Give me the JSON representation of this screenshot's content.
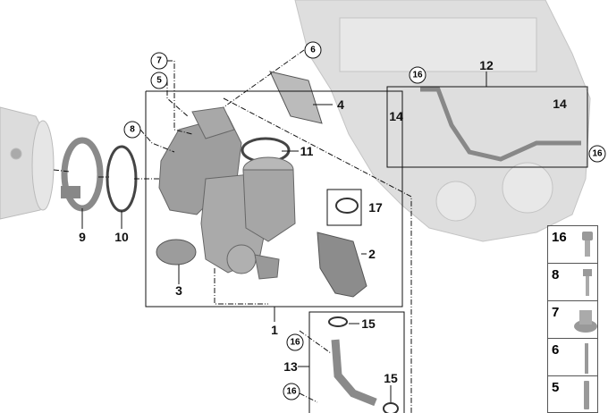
{
  "callouts": {
    "circled": [
      "7",
      "5",
      "8",
      "6",
      "16",
      "16",
      "16",
      "16"
    ],
    "plain": [
      "4",
      "11",
      "12",
      "14",
      "14",
      "17",
      "2",
      "3",
      "9",
      "10",
      "1",
      "15",
      "13",
      "15"
    ]
  },
  "legend": [
    "16",
    "8",
    "7",
    "6",
    "5"
  ],
  "colors": {
    "part": "#9a9a9a",
    "engine": "#d8d8d8",
    "line": "#111111"
  }
}
